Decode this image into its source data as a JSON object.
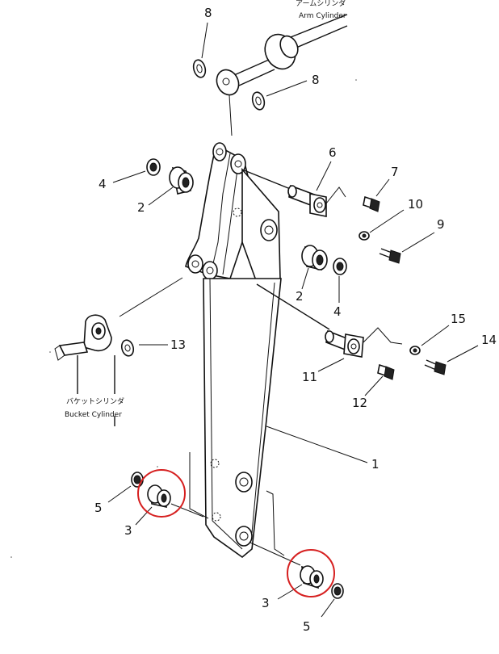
{
  "captions": {
    "arm_cylinder_jp": "アームシリンダ",
    "arm_cylinder_en": "Arm Cylinder",
    "bucket_cylinder_jp": "バケットシリンダ",
    "bucket_cylinder_en": "Bucket Cylinder"
  },
  "callouts": {
    "c1": "1",
    "c2a": "2",
    "c2b": "2",
    "c3a": "3",
    "c3b": "3",
    "c4a": "4",
    "c4b": "4",
    "c5a": "5",
    "c5b": "5",
    "c6": "6",
    "c7": "7",
    "c8a": "8",
    "c8b": "8",
    "c9": "9",
    "c10": "10",
    "c11": "11",
    "c12": "12",
    "c13": "13",
    "c14": "14",
    "c15": "15"
  },
  "colors": {
    "line": "#111111",
    "highlight": "#d62020",
    "background": "#ffffff"
  }
}
